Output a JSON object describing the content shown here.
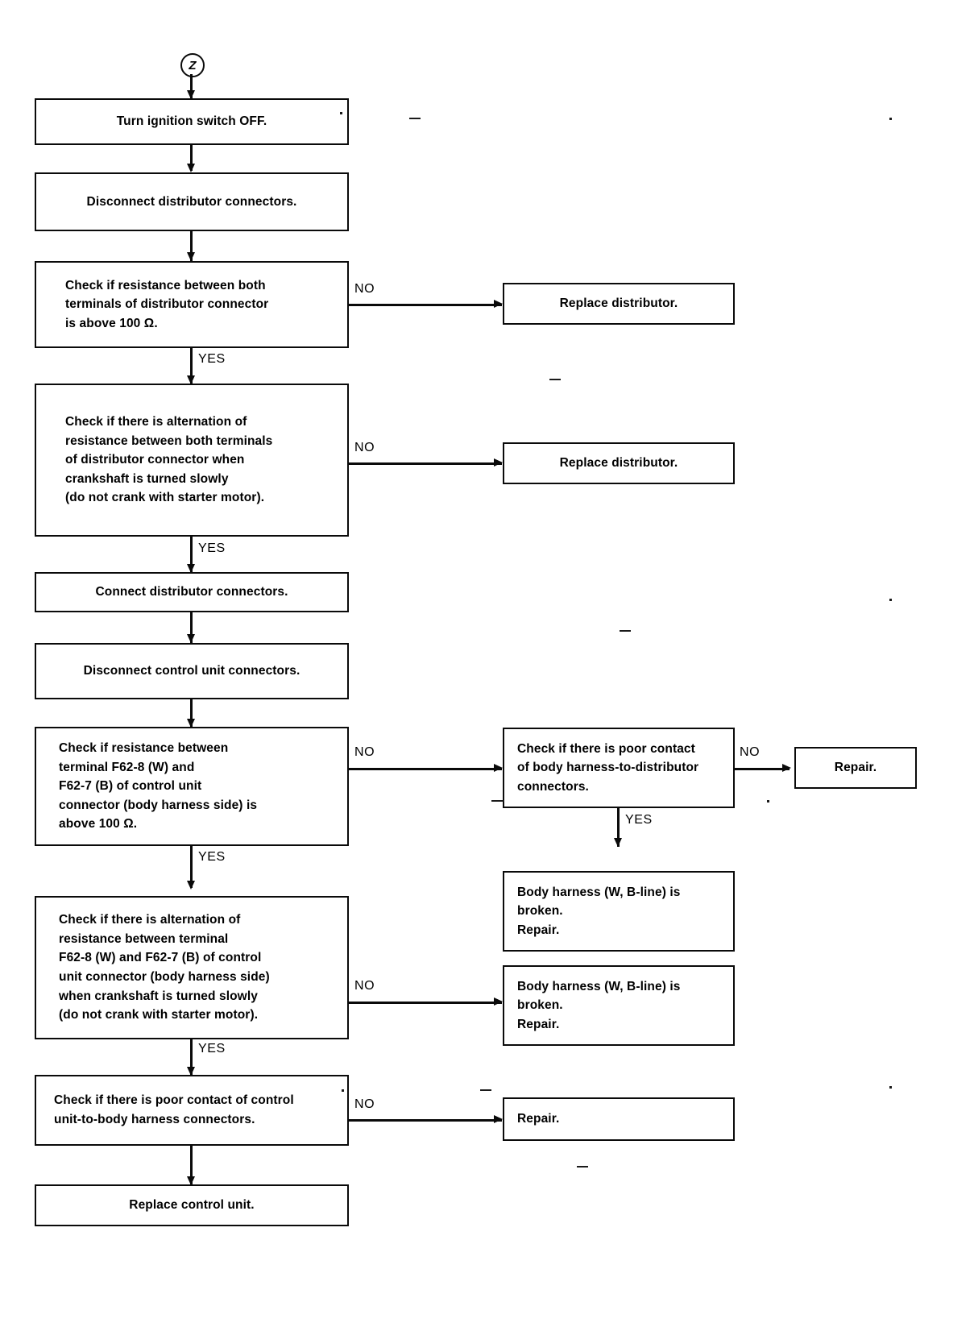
{
  "document": {
    "type": "troubleshooting-flowchart",
    "title": "Ignition / distributor pick-up diagnostic flow",
    "entry_tag": "Z",
    "ink_color": "#0a0a0a",
    "paper_color": "#ffffff"
  },
  "labels": {
    "yes": "YES",
    "no": "NO"
  },
  "nodes": [
    {
      "id": "n1",
      "kind": "process",
      "text": "Turn ignition switch OFF."
    },
    {
      "id": "n2",
      "kind": "process",
      "text": "Disconnect distributor connectors."
    },
    {
      "id": "n3",
      "kind": "decision",
      "text": "Check if resistance between both\nterminals of distributor connector\nis above 100 Ω."
    },
    {
      "id": "n4",
      "kind": "terminal",
      "text": "Replace distributor."
    },
    {
      "id": "n5",
      "kind": "decision",
      "text": "Check if there is alternation of\nresistance between both terminals\nof distributor connector when\ncrankshaft is turned slowly\n(do not crank with starter motor)."
    },
    {
      "id": "n6",
      "kind": "terminal",
      "text": "Replace distributor."
    },
    {
      "id": "n7",
      "kind": "process",
      "text": "Connect distributor connectors."
    },
    {
      "id": "n8",
      "kind": "process",
      "text": "Disconnect control unit connectors."
    },
    {
      "id": "n9",
      "kind": "decision",
      "text": "Check if resistance between\nterminal F62-8 (W) and\nF62-7 (B) of control unit\nconnector (body harness side) is\nabove 100 Ω."
    },
    {
      "id": "n10",
      "kind": "decision",
      "text": "Check if there is poor contact\nof body harness-to-distributor\nconnectors."
    },
    {
      "id": "n11",
      "kind": "terminal",
      "text": "Repair."
    },
    {
      "id": "n12",
      "kind": "terminal",
      "text": "Body harness (W, B-line) is\nbroken.\nRepair."
    },
    {
      "id": "n13",
      "kind": "decision",
      "text": "Check if there is alternation of\nresistance between terminal\nF62-8 (W) and F62-7 (B) of control\nunit connector (body harness side)\nwhen crankshaft is turned slowly\n(do not crank with starter motor)."
    },
    {
      "id": "n14",
      "kind": "terminal",
      "text": "Body harness (W, B-line) is\nbroken.\nRepair."
    },
    {
      "id": "n15",
      "kind": "decision",
      "text": "Check if there is poor contact of control\nunit-to-body harness connectors."
    },
    {
      "id": "n16",
      "kind": "terminal",
      "text": "Repair."
    },
    {
      "id": "n17",
      "kind": "terminal",
      "text": "Replace control unit."
    }
  ],
  "edges": [
    {
      "from": "entry",
      "to": "n1",
      "label": ""
    },
    {
      "from": "n1",
      "to": "n2",
      "label": ""
    },
    {
      "from": "n2",
      "to": "n3",
      "label": ""
    },
    {
      "from": "n3",
      "to": "n4",
      "label": "NO"
    },
    {
      "from": "n3",
      "to": "n5",
      "label": "YES"
    },
    {
      "from": "n5",
      "to": "n6",
      "label": "NO"
    },
    {
      "from": "n5",
      "to": "n7",
      "label": "YES"
    },
    {
      "from": "n7",
      "to": "n8",
      "label": ""
    },
    {
      "from": "n8",
      "to": "n9",
      "label": ""
    },
    {
      "from": "n9",
      "to": "n10",
      "label": "NO"
    },
    {
      "from": "n9",
      "to": "n13",
      "label": "YES"
    },
    {
      "from": "n10",
      "to": "n11",
      "label": "NO"
    },
    {
      "from": "n10",
      "to": "n12",
      "label": "YES"
    },
    {
      "from": "n13",
      "to": "n14",
      "label": "NO"
    },
    {
      "from": "n13",
      "to": "n15",
      "label": "YES"
    },
    {
      "from": "n15",
      "to": "n16",
      "label": "NO"
    },
    {
      "from": "n15",
      "to": "n17",
      "label": ""
    }
  ]
}
